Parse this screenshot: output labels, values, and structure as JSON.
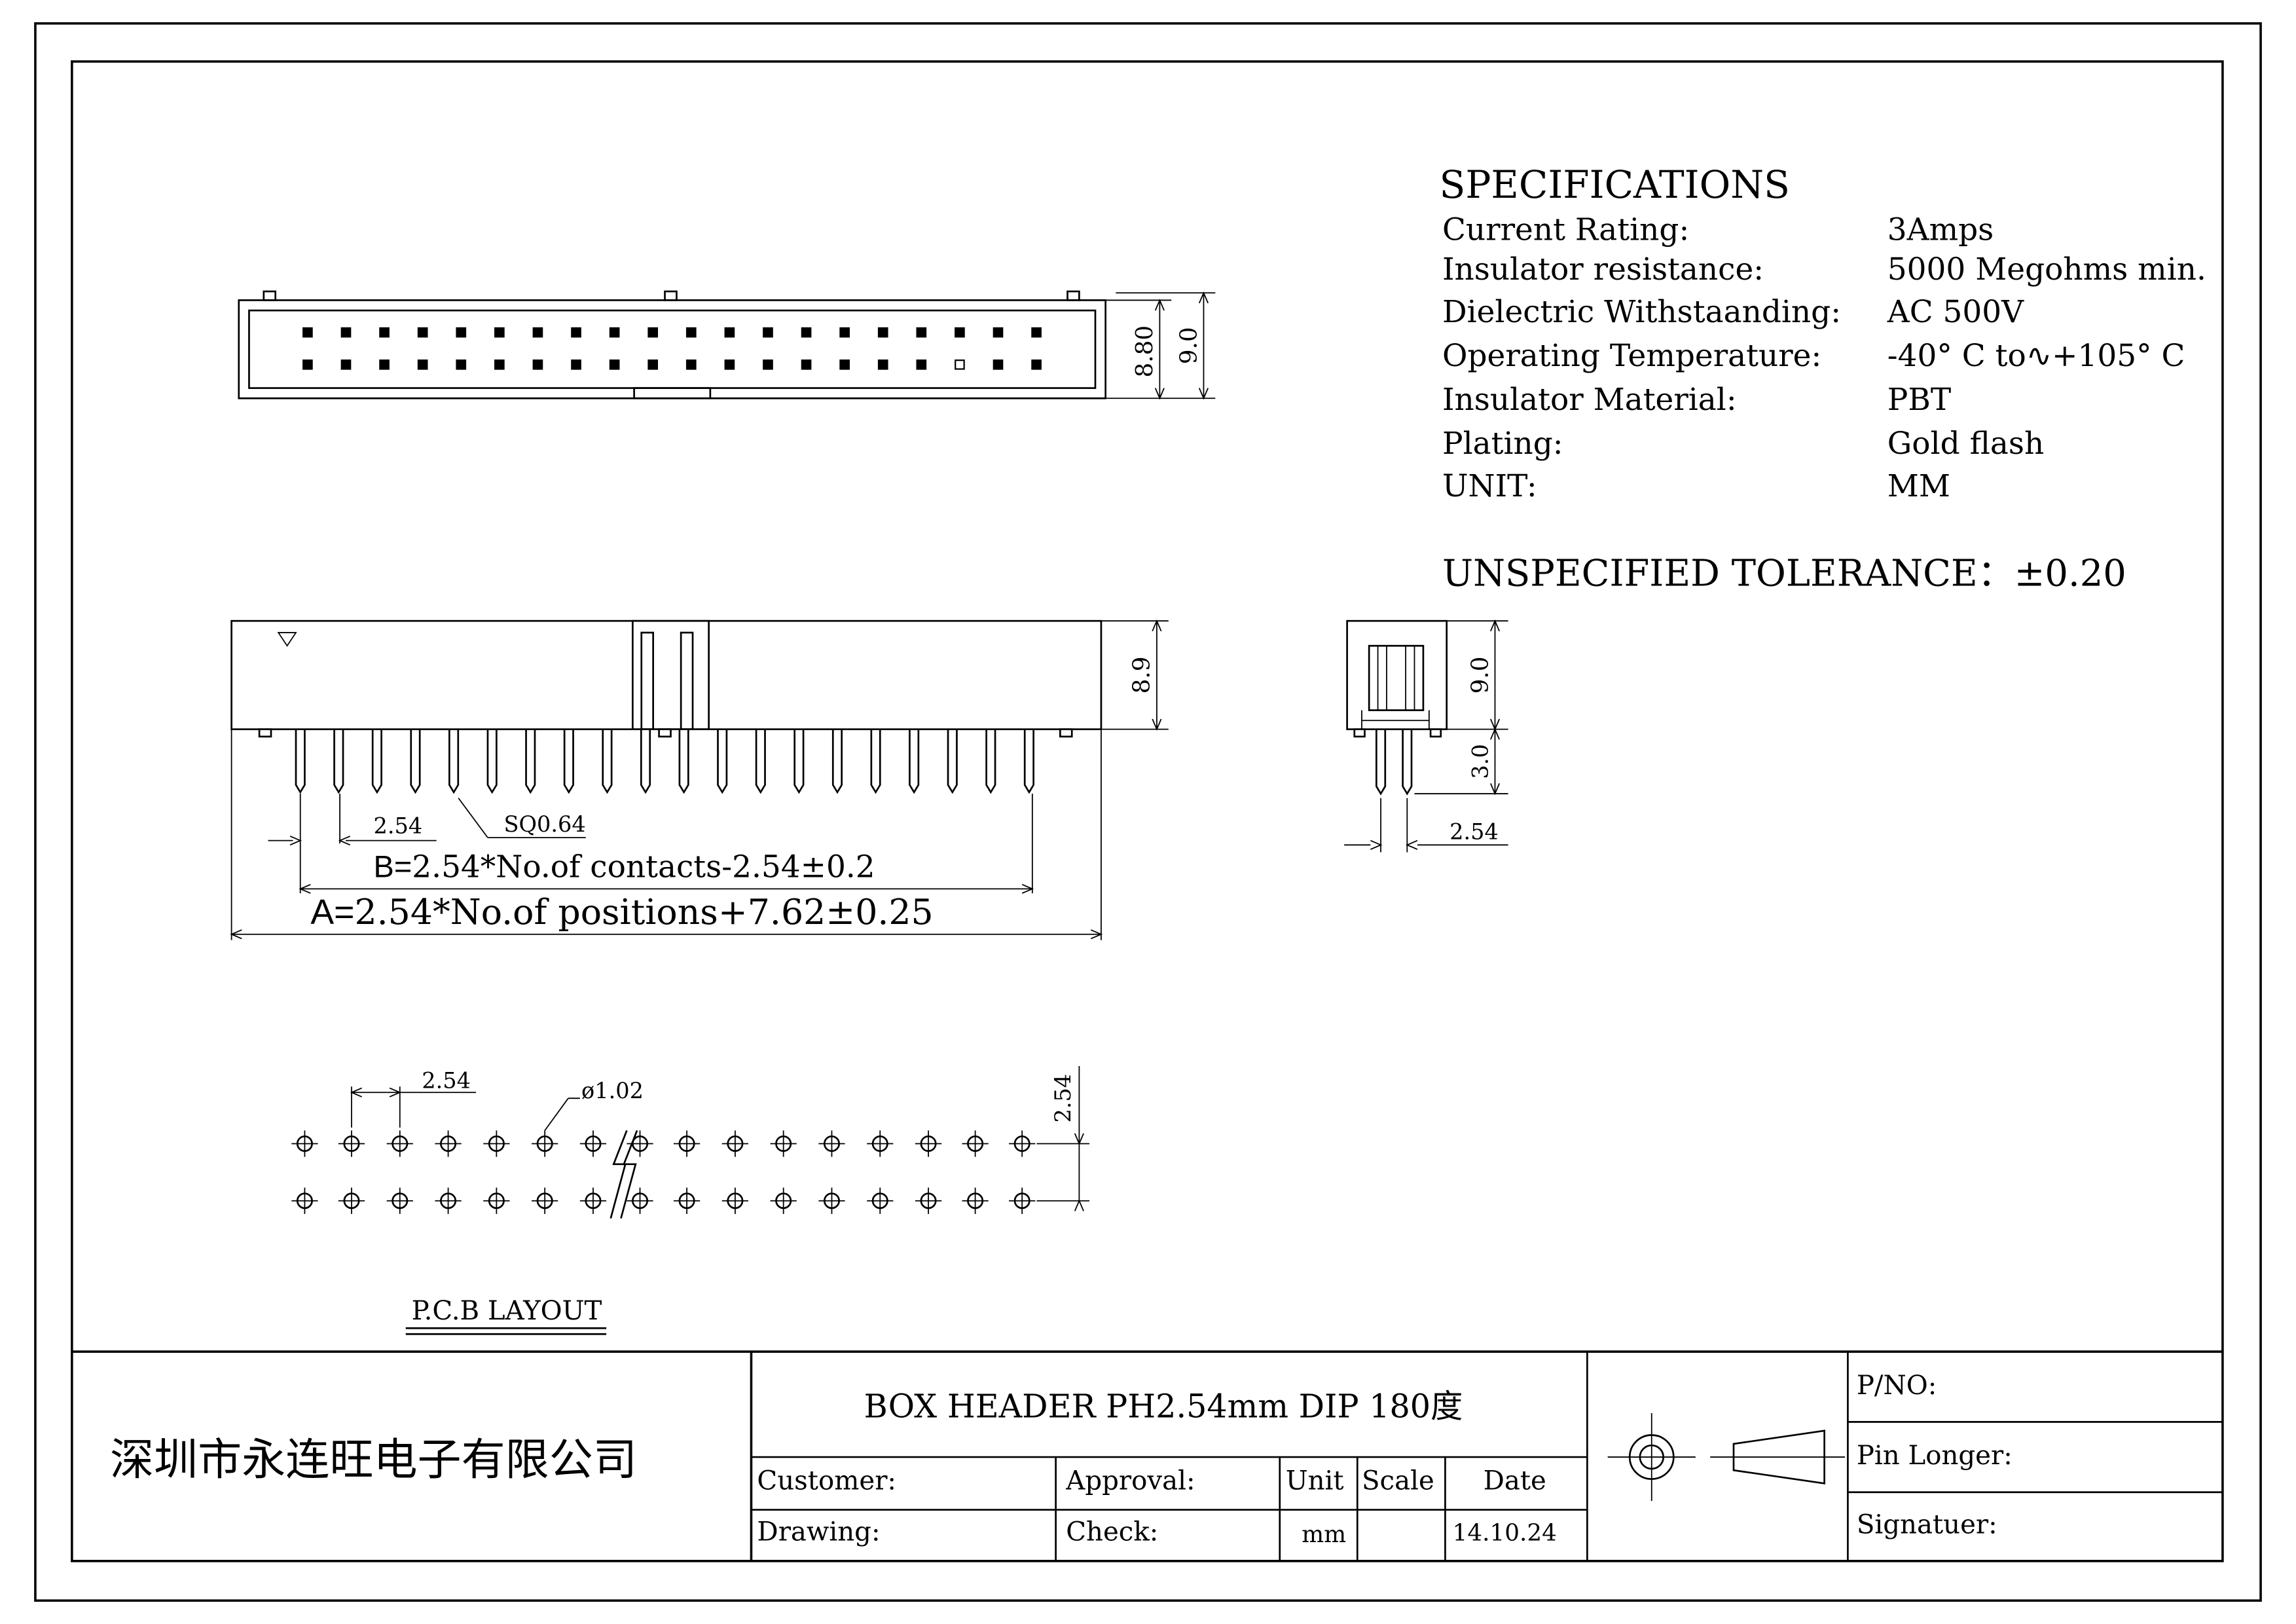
{
  "specifications": {
    "heading": "SPECIFICATIONS",
    "rows": [
      {
        "label": "Current Rating:",
        "value": "3Amps"
      },
      {
        "label": "Insulator resistance:",
        "value": "5000 Megohms min."
      },
      {
        "label": "Dielectric Withstaanding:",
        "value": "AC 500V"
      },
      {
        "label": "Operating Temperature:",
        "value": "-40° C to∿+105° C"
      },
      {
        "label": "Insulator Material:",
        "value": "PBT"
      },
      {
        "label": "Plating:",
        "value": "Gold flash"
      },
      {
        "label": "UNIT:",
        "value": "MM"
      }
    ],
    "tolerance": "UNSPECIFIED TOLERANCE：±0.20"
  },
  "dimensions": {
    "top_view_inner": "8.80",
    "top_view_outer": "9.0",
    "front_height": "8.9",
    "pitch": "2.54",
    "pin_section": "SQ0.64",
    "formula_b_prefix": "B=",
    "formula_b": "2.54*No.of contacts-2.54±0.2",
    "formula_a_prefix": "A=",
    "formula_a": "2.54*No.of positions+7.62±0.25",
    "side_height": "9.0",
    "side_pin_length": "3.0",
    "side_pitch": "2.54",
    "pcb_pitch_x": "2.54",
    "pcb_hole": "ø1.02",
    "pcb_pitch_y": "2.54"
  },
  "pcb_layout_label": "P.C.B LAYOUT",
  "title_block": {
    "company": "深圳市永连旺电子有限公司",
    "product": "BOX HEADER PH2.54mm DIP 180度",
    "customer_label": "Customer:",
    "approval_label": "Approval:",
    "unit_label": "Unit",
    "scale_label": "Scale",
    "date_label": "Date",
    "drawing_label": "Drawing:",
    "check_label": "Check:",
    "unit_value": "mm",
    "date_value": "14.10.24",
    "pno_label": "P/NO:",
    "pin_longer_label": "Pin Longer:",
    "signature_label": "Signatuer:"
  }
}
